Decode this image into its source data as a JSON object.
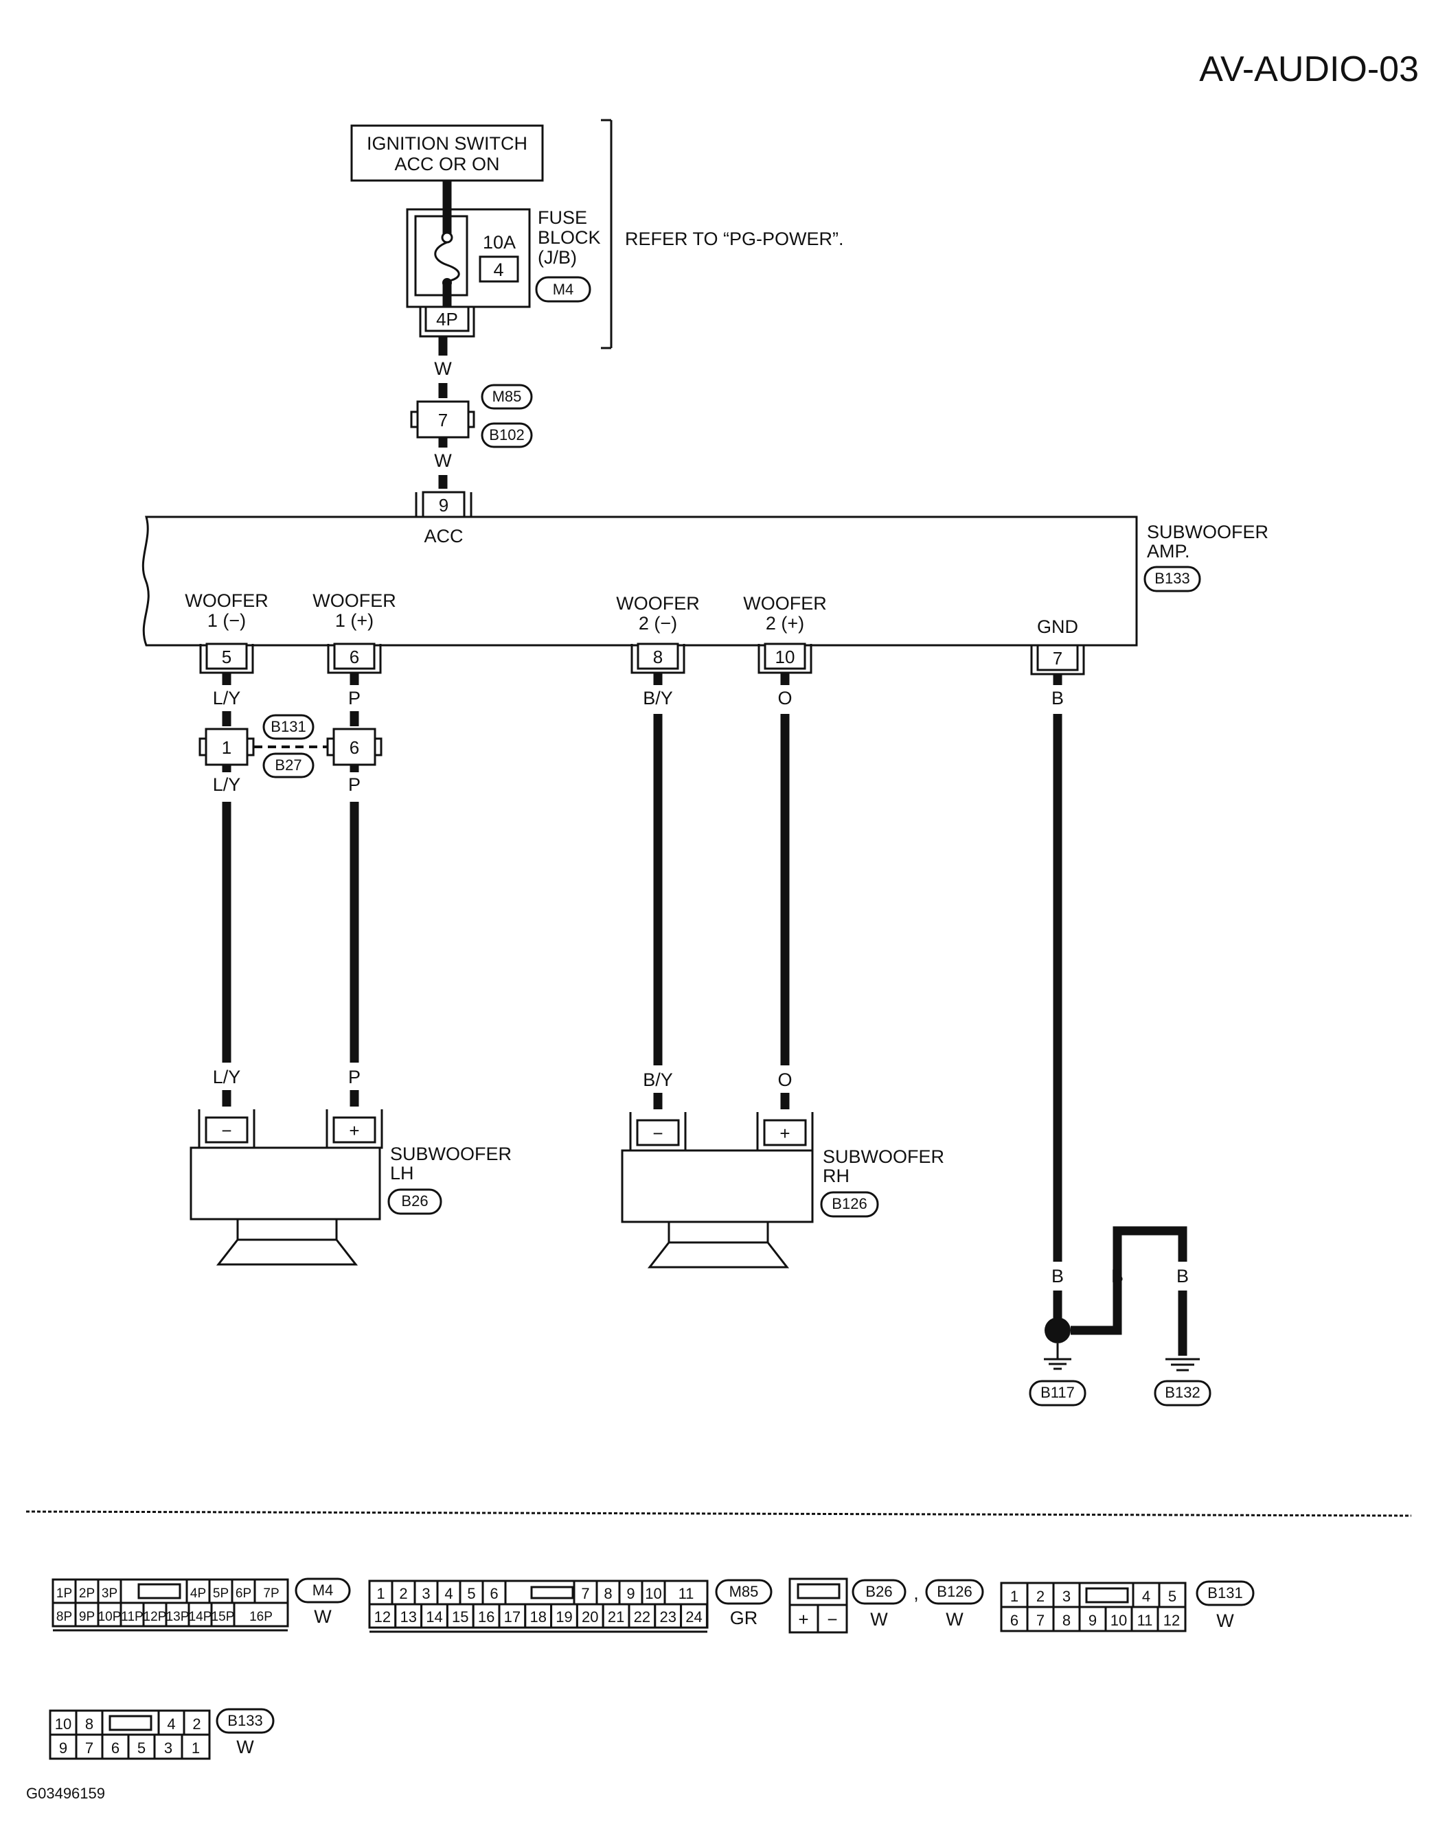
{
  "header": {
    "page_code": "AV-AUDIO-03"
  },
  "power": {
    "ignition_line1": "IGNITION SWITCH",
    "ignition_line2": "ACC OR ON",
    "fuse_amp": "10A",
    "fuse_no": "4",
    "fuse_block_line1": "FUSE",
    "fuse_block_line2": "BLOCK",
    "fuse_block_line3": "(J/B)",
    "fuse_connector": "M4",
    "fuse_terminal": "4P",
    "refer_text": "REFER TO “PG-POWER”."
  },
  "wiring": {
    "w_color": "W",
    "joint_pin": "7",
    "joint_m85": "M85",
    "joint_b102": "B102",
    "acc_pin": "9",
    "acc_label": "ACC"
  },
  "amp": {
    "name_line1": "SUBWOOFER",
    "name_line2": "AMP.",
    "connector": "B133",
    "terminals": [
      {
        "line1": "WOOFER",
        "line2": "1 (−)",
        "pin": "5",
        "color": "L/Y"
      },
      {
        "line1": "WOOFER",
        "line2": "1 (+)",
        "pin": "6",
        "color": "P"
      },
      {
        "line1": "WOOFER",
        "line2": "2 (−)",
        "pin": "8",
        "color": "B/Y"
      },
      {
        "line1": "WOOFER",
        "line2": "2 (+)",
        "pin": "10",
        "color": "O"
      },
      {
        "line1": "GND",
        "pin": "7",
        "color": "B"
      }
    ]
  },
  "joint2": {
    "pin_left": "1",
    "pin_right": "6",
    "conn_top": "B131",
    "conn_bottom": "B27",
    "color_left": "L/Y",
    "color_right": "P"
  },
  "speakers": {
    "lh": {
      "name_line1": "SUBWOOFER",
      "name_line2": "LH",
      "connector": "B26",
      "neg": "−",
      "pos": "+",
      "color_neg": "L/Y",
      "color_pos": "P"
    },
    "rh": {
      "name_line1": "SUBWOOFER",
      "name_line2": "RH",
      "connector": "B126",
      "neg": "−",
      "pos": "+",
      "color_neg": "B/Y",
      "color_pos": "O"
    }
  },
  "ground": {
    "color": "B",
    "ground1": "B117",
    "ground2": "B132"
  },
  "connector_views": {
    "m4": {
      "id": "M4",
      "color": "W",
      "row1": [
        "1P",
        "2P",
        "3P",
        "4P",
        "5P",
        "6P",
        "7P"
      ],
      "row2": [
        "8P",
        "9P",
        "10P",
        "11P",
        "12P",
        "13P",
        "14P",
        "15P",
        "16P"
      ]
    },
    "m85": {
      "id": "M85",
      "color": "GR",
      "row1": [
        "1",
        "2",
        "3",
        "4",
        "5",
        "6",
        "7",
        "8",
        "9",
        "10",
        "11"
      ],
      "row2": [
        "12",
        "13",
        "14",
        "15",
        "16",
        "17",
        "18",
        "19",
        "20",
        "21",
        "22",
        "23",
        "24"
      ]
    },
    "b26": {
      "id1": "B26",
      "id2": "B126",
      "sep": ",",
      "color1": "W",
      "color2": "W",
      "pos": "+",
      "neg": "−"
    },
    "b131": {
      "id": "B131",
      "color": "W",
      "row1": [
        "1",
        "2",
        "3",
        "4",
        "5"
      ],
      "row2": [
        "6",
        "7",
        "8",
        "9",
        "10",
        "11",
        "12"
      ]
    },
    "b133": {
      "id": "B133",
      "color": "W",
      "row1": [
        "10",
        "8",
        "4",
        "2"
      ],
      "row2": [
        "9",
        "7",
        "6",
        "5",
        "3",
        "1"
      ]
    }
  },
  "footer": {
    "figure_id": "G03496159"
  }
}
